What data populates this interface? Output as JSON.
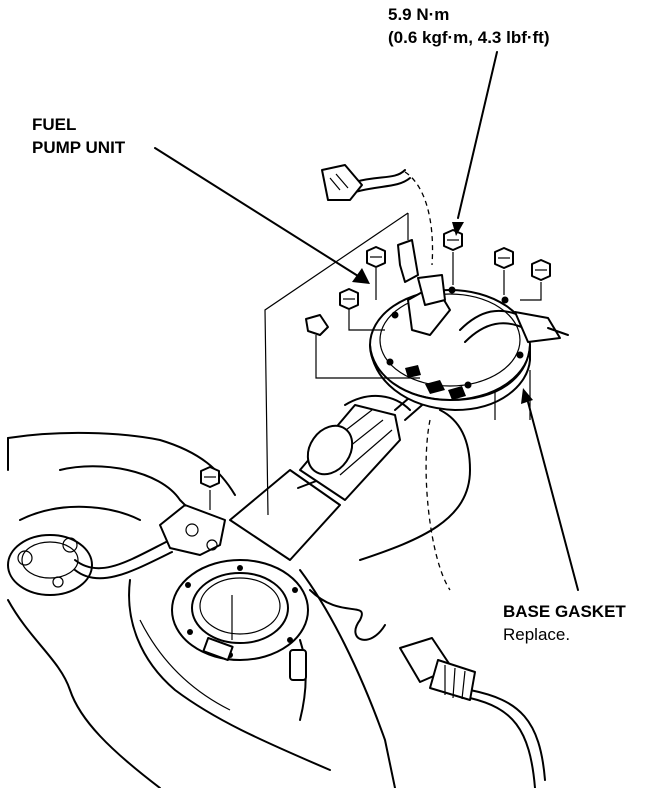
{
  "labels": {
    "torque_line1": "5.9 N·m",
    "torque_line2": "(0.6 kgf·m, 4.3 lbf·ft)",
    "fuel_line1": "FUEL",
    "fuel_line2": "PUMP UNIT",
    "gasket_title": "BASE GASKET",
    "gasket_note": "Replace."
  },
  "icons": {
    "nut": "hex-nut-icon",
    "pump": "fuel-pump-unit-illustration",
    "tank": "fuel-tank-illustration",
    "connector": "electrical-connector-icon"
  }
}
